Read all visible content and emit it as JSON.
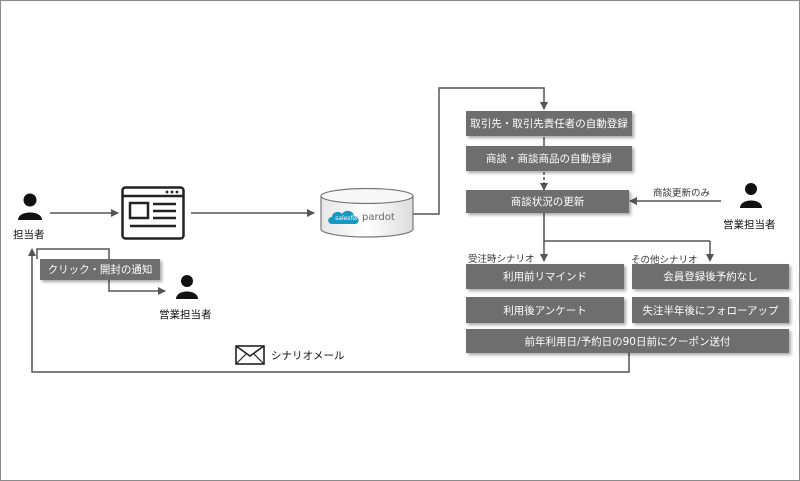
{
  "actors": {
    "left_person": "担当者",
    "sales_lower": "営業担当者",
    "sales_right": "営業担当者"
  },
  "pardot": {
    "brand": "salesforce",
    "product": "pardot"
  },
  "boxes": {
    "account_reg": "取引先・取引先責任者の自動登録",
    "deal_reg": "商談・商談商品の自動登録",
    "deal_update": "商談状況の更新",
    "click_notice": "クリック・開封の通知",
    "use_reminder": "利用前リマインド",
    "survey": "利用後アンケート",
    "member_no_reserve": "会員登録後予約なし",
    "followup": "失注半年後にフォローアップ",
    "coupon": "前年利用日/予約日の90日前にクーポン送付"
  },
  "labels": {
    "deal_update_only": "商談更新のみ",
    "received_scenario": "受注時シナリオ",
    "other_scenario": "その他シナリオ",
    "scenario_mail": "シナリオメール"
  },
  "colors": {
    "box_fill": "#6e6e6e",
    "line": "#555555",
    "salesforce_blue": "#1798c1"
  }
}
